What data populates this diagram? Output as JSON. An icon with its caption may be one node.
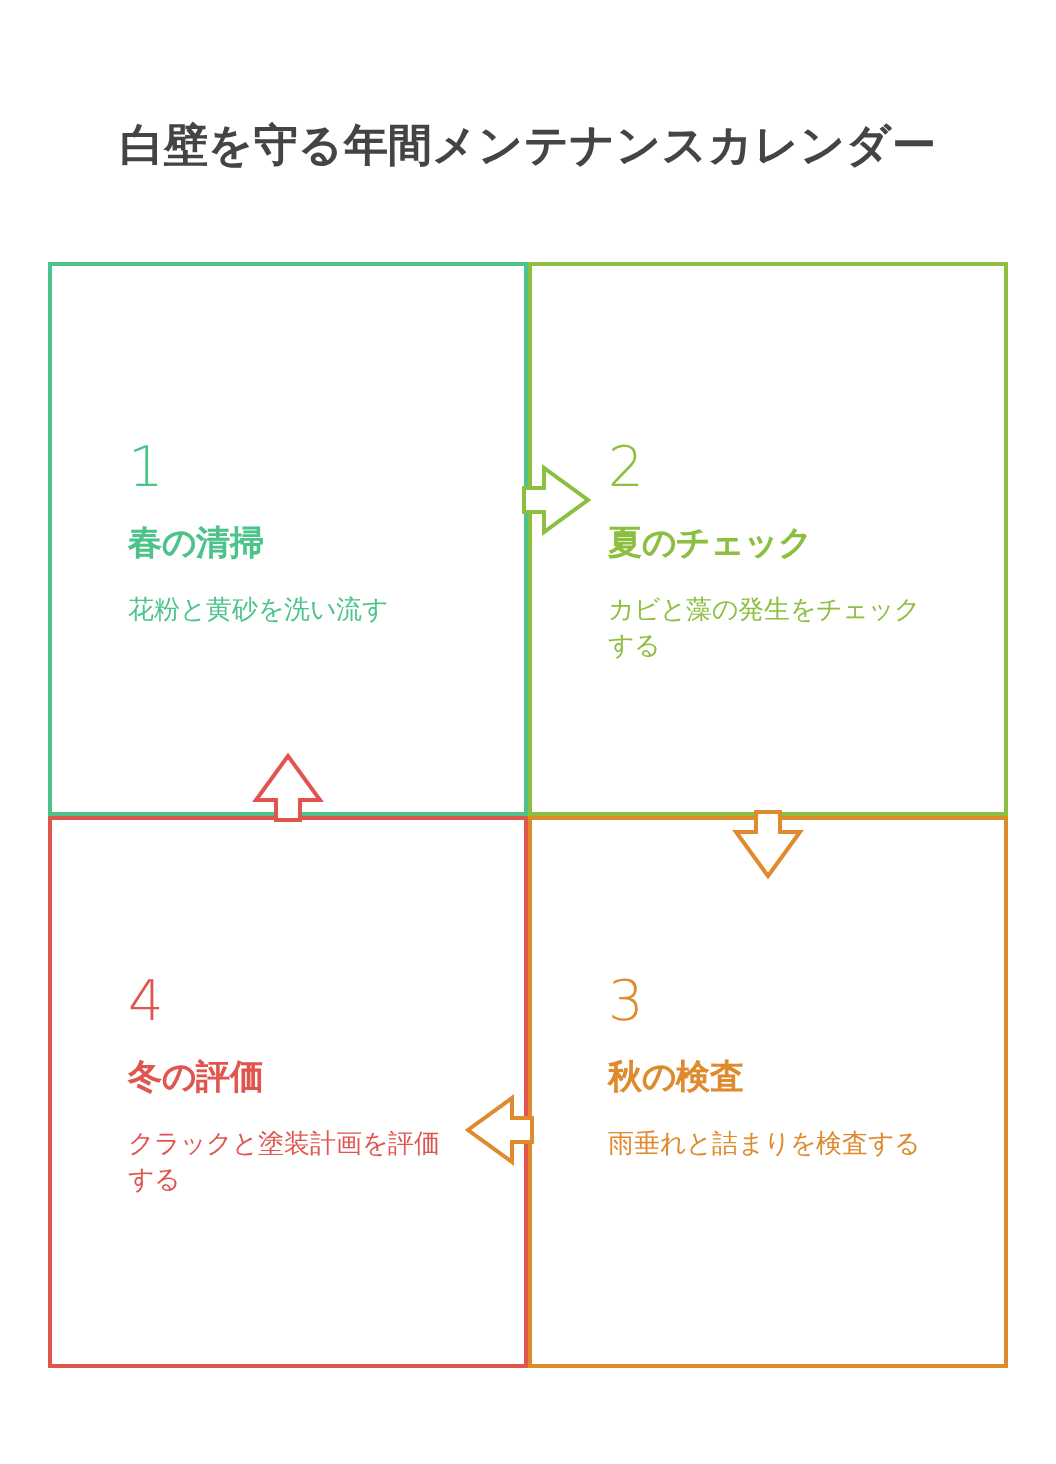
{
  "diagram": {
    "title": "白壁を守る年間メンテナンスカレンダー",
    "nodes": [
      {
        "text": [
          "1",
          "春の清掃",
          "花粉と黄砂を洗い流す"
        ]
      },
      {
        "text": [
          "2",
          "夏のチェック",
          "カビと藻の発生をチェックする"
        ]
      },
      {
        "text": [
          "3",
          "秋の検査",
          "雨垂れと詰まりを検査する"
        ]
      },
      {
        "text": [
          "4",
          "冬の評価",
          "クラックと塗装計画を評価する"
        ]
      }
    ],
    "edges": [
      {
        "from": 0,
        "to": 1,
        "arrow": "to",
        "color": "#8cbf3f"
      },
      {
        "from": 1,
        "to": 2,
        "arrow": "to",
        "color": "#e08a2e"
      },
      {
        "from": 2,
        "to": 3,
        "arrow": "to",
        "color": "#e08a2e"
      },
      {
        "from": 3,
        "to": 0,
        "arrow": "to",
        "color": "#e0564f"
      }
    ]
  }
}
